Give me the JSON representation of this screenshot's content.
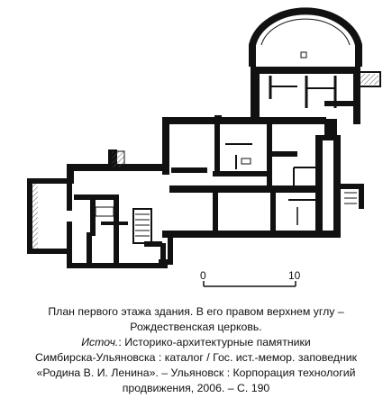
{
  "scale_bar": {
    "label_start": "0",
    "label_end": "10"
  },
  "caption": {
    "line1": "План первого этажа здания. В его правом верхнем углу –",
    "line2": "Рождественская церковь.",
    "source_label": "Источ.",
    "source_text": ": Историко-архитектурные памятники",
    "line4": "Симбирска-Ульяновска : каталог / Гос. ист.-мемор. заповедник",
    "line5": "«Родина В. И. Ленина». – Ульяновск : Корпорация технологий",
    "line6": "продвижения, 2006. – С. 190"
  },
  "colors": {
    "wall": "#111111",
    "hatch": "#555555",
    "background": "#ffffff"
  }
}
